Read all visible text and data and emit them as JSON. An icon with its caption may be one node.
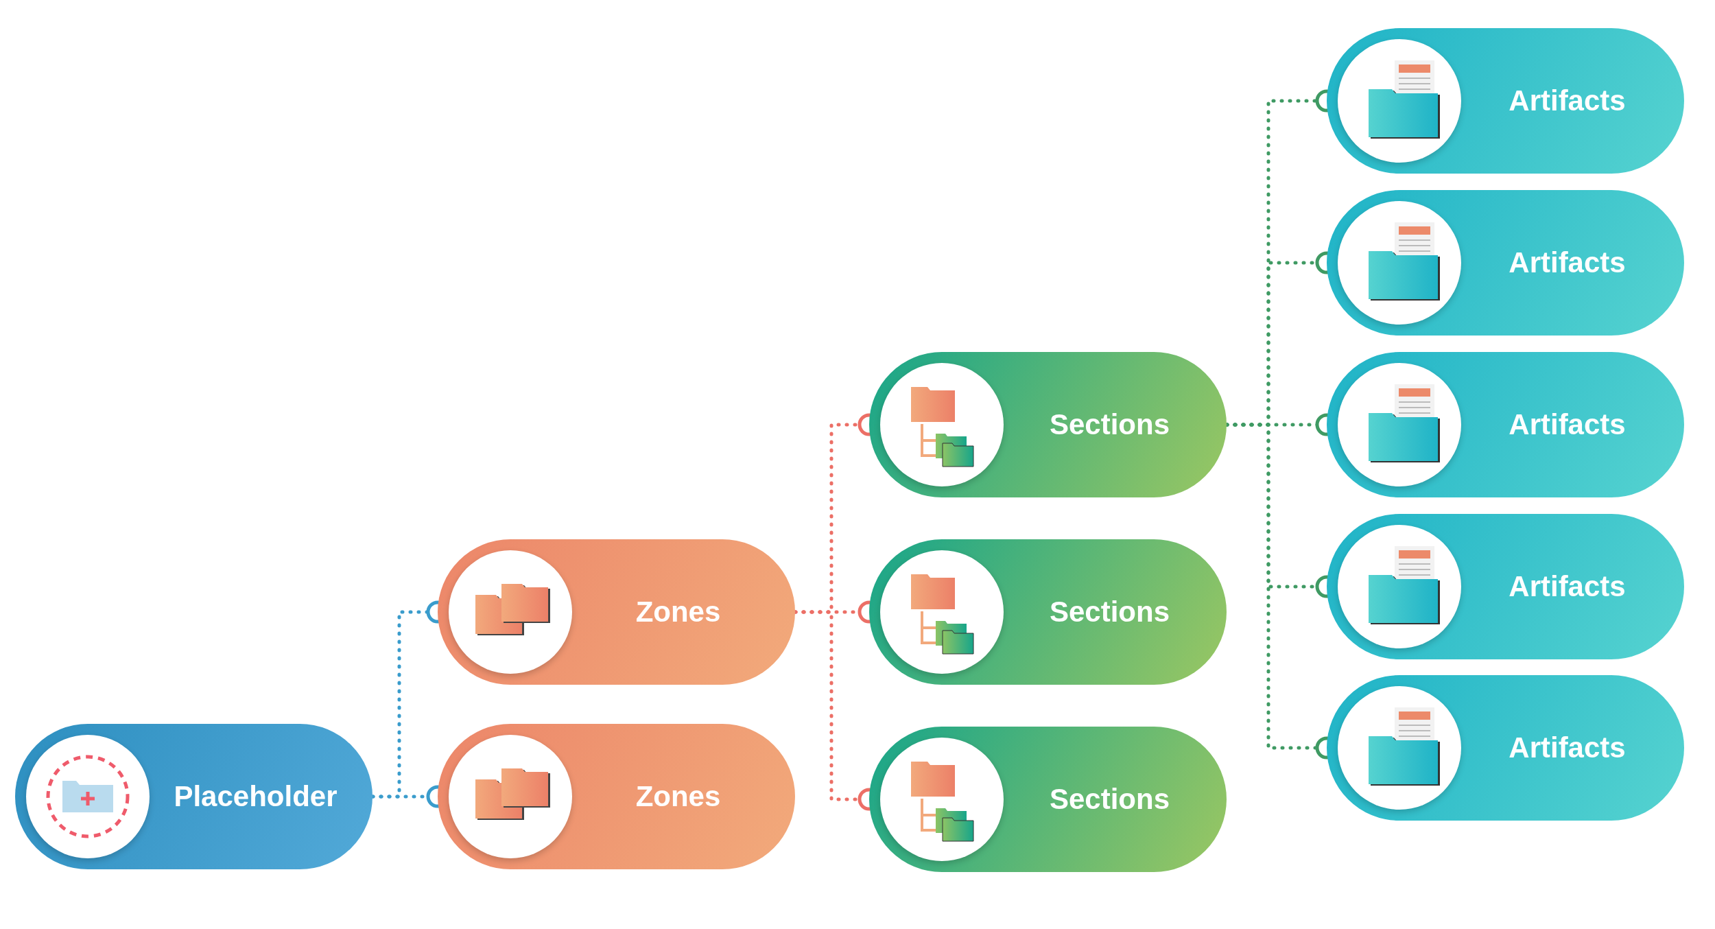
{
  "diagram": {
    "nodes": [
      {
        "text": [
          "Placeholder"
        ]
      },
      {
        "text": [
          "Zones"
        ]
      },
      {
        "text": [
          "Zones"
        ]
      },
      {
        "text": [
          "Sections"
        ]
      },
      {
        "text": [
          "Sections"
        ]
      },
      {
        "text": [
          "Sections"
        ]
      },
      {
        "text": [
          "Artifacts"
        ]
      },
      {
        "text": [
          "Artifacts"
        ]
      },
      {
        "text": [
          "Artifacts"
        ]
      },
      {
        "text": [
          "Artifacts"
        ]
      },
      {
        "text": [
          "Artifacts"
        ]
      }
    ],
    "edges": [
      {
        "from": 0,
        "to": 1,
        "arrow": "other",
        "color": "#3a9ccc"
      },
      {
        "from": 0,
        "to": 2,
        "arrow": "other",
        "color": "#3a9ccc"
      },
      {
        "from": 1,
        "to": 3,
        "arrow": "other",
        "color": "#ec6f66"
      },
      {
        "from": 1,
        "to": 4,
        "arrow": "other",
        "color": "#ec6f66"
      },
      {
        "from": 1,
        "to": 5,
        "arrow": "other",
        "color": "#ec6f66"
      },
      {
        "from": 3,
        "to": 6,
        "arrow": "other",
        "color": "#3f9a63"
      },
      {
        "from": 3,
        "to": 7,
        "arrow": "other",
        "color": "#3f9a63"
      },
      {
        "from": 3,
        "to": 8,
        "arrow": "other",
        "color": "#3f9a63"
      },
      {
        "from": 3,
        "to": 9,
        "arrow": "other",
        "color": "#3f9a63"
      },
      {
        "from": 3,
        "to": 10,
        "arrow": "other",
        "color": "#3f9a63"
      }
    ]
  }
}
